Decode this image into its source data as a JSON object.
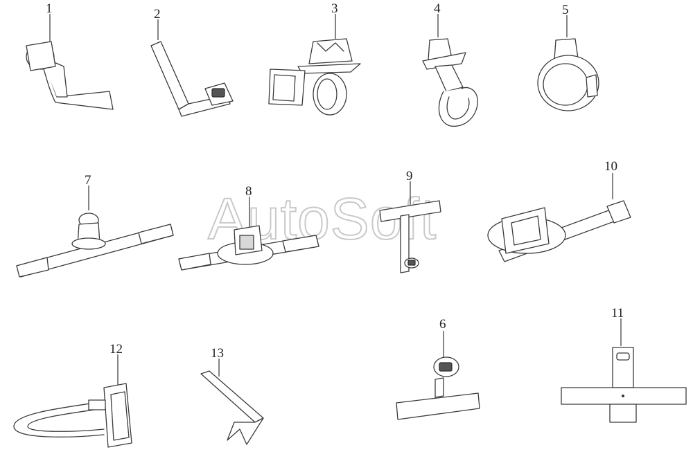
{
  "watermark": "AutoSoft",
  "callouts": {
    "p1": "1",
    "p2": "2",
    "p3": "3",
    "p4": "4",
    "p5": "5",
    "p6": "6",
    "p7": "7",
    "p8": "8",
    "p9": "9",
    "p10": "10",
    "p11": "11",
    "p12": "12",
    "p13": "13"
  },
  "colors": {
    "line": "#3a3a3a",
    "fill": "#ffffff",
    "shade": "#d8d8d8",
    "watermark": "#c9c9c9"
  }
}
